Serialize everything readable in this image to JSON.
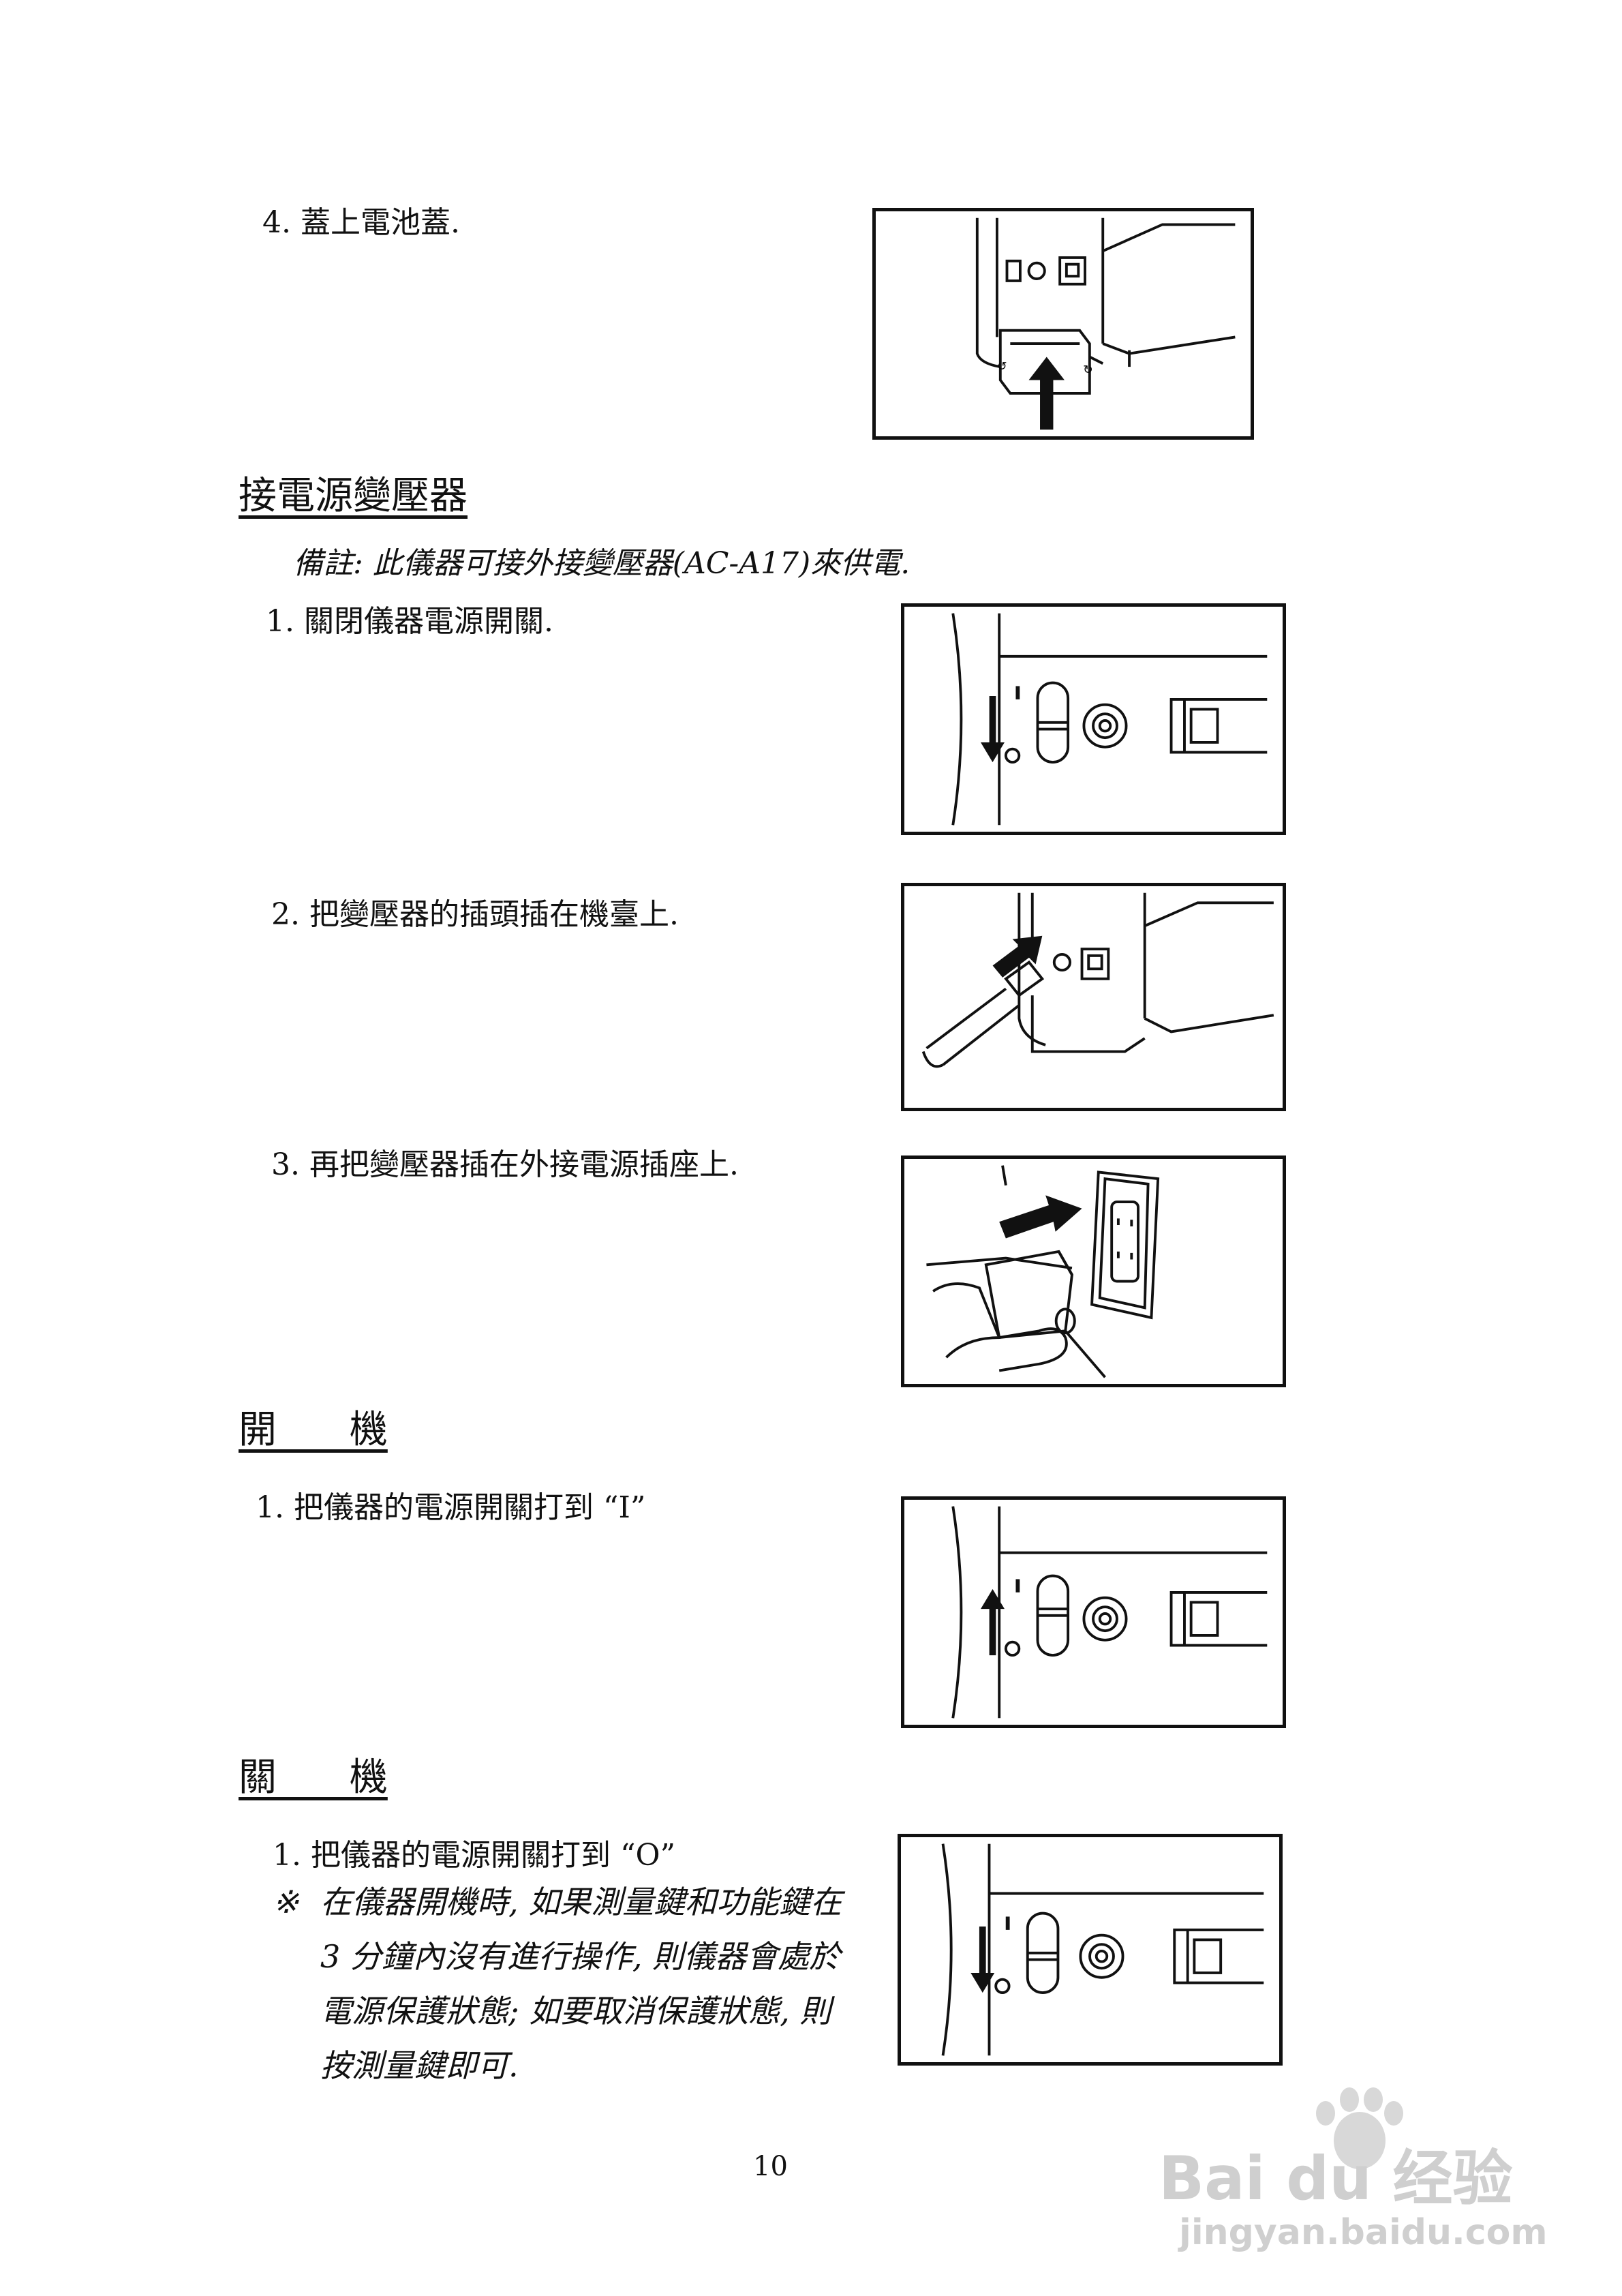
{
  "step_battery": "4.  蓋上電池蓋.",
  "section_adapter": {
    "heading": "接電源變壓器",
    "note": "備註: 此儀器可接外接變壓器(AC-A17)來供電.",
    "steps": [
      "1.  關閉儀器電源開關.",
      "2.  把變壓器的插頭插在機臺上.",
      "3.  再把變壓器插在外接電源插座上."
    ]
  },
  "section_power_on": {
    "heading": "開      機",
    "steps": [
      "1.  把儀器的電源開關打到 “I”"
    ]
  },
  "section_power_off": {
    "heading": "關      機",
    "steps": [
      "1.   把儀器的電源開關打到 “O”"
    ],
    "tip_mark": "※",
    "tip_text": "在儀器開機時, 如果測量鍵和功能鍵在 3 分鐘內沒有進行操作, 則儀器會處於電源保護狀態; 如要取消保護狀態, 則按測量鍵即可."
  },
  "switch_label": "I",
  "page_number": "10",
  "watermark": {
    "brand": "Bai du 经验",
    "url": "jingyan.baidu.com"
  }
}
